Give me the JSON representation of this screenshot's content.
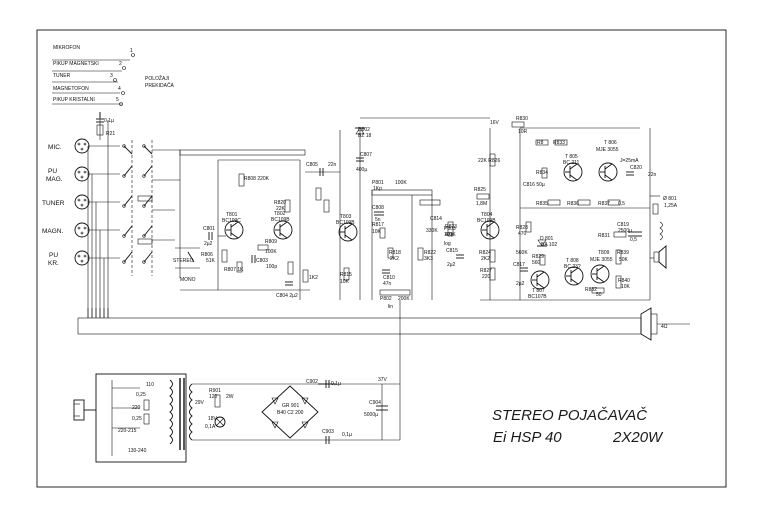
{
  "selector_legend": {
    "items": [
      "MIKROFON",
      "PIKUP MAGNETSKI",
      "TUNER",
      "MAGNETOFON",
      "PIKUP KRISTALNI"
    ],
    "positions": [
      "1",
      "2",
      "3",
      "4",
      "5"
    ],
    "caption_line1": "POLOŽAJI",
    "caption_line2": "PREKIDAČA"
  },
  "inputs": [
    {
      "line1": "MIC.",
      "line2": ""
    },
    {
      "line1": "PU",
      "line2": "MAG."
    },
    {
      "line1": "TUNER",
      "line2": ""
    },
    {
      "line1": "MAGN.",
      "line2": ""
    },
    {
      "line1": "PU",
      "line2": "KR."
    }
  ],
  "components": {
    "c821": "0,1µ",
    "r821": "R21",
    "c801": "C801",
    "c801_val": "2µ2",
    "t801": "T801",
    "t801_type": "BC109C",
    "r808": "R808 220K",
    "r806": "R806",
    "r806_val": "51K",
    "r807": "R807 1K",
    "t802": "T802",
    "t802_type": "BC109B",
    "r820": "R820",
    "r820_val": "22K",
    "r809": "R809",
    "r809_val": "100K",
    "c803": "C803",
    "c803_val": "100p",
    "c804": "C804 2µ2",
    "c805": "C805",
    "c805_val": "22n",
    "r812": "1K2",
    "t803": "T803",
    "t803_type": "BC109B",
    "r815": "R815",
    "r815_val": "10K",
    "d802": "D802",
    "d802_type": "BZ 18",
    "c807": "C807",
    "c807_val": "400µ",
    "p801": "P801",
    "p801_val": "1Kp",
    "r816": "100K",
    "c808": "C808",
    "c808_val": "5n",
    "r817": "R817",
    "r817_val": "10K",
    "r818": "R818",
    "r818_val": "2K2",
    "c810": "C810",
    "c810_val": "47n",
    "p802": "P802",
    "p802_val": "200K",
    "lin": "lin",
    "r822": "R822",
    "r822_val": "3K3",
    "r823": "R823",
    "r823_val": "47K",
    "c814": "C814",
    "c814_val": "330K",
    "p803": "P803",
    "p803_val": "100K",
    "log": "log",
    "c815": "C815",
    "c815_val": "2µ2",
    "v16": "16V",
    "r830": "R830",
    "r830_val": "10R",
    "r826": "22K R826",
    "r825": "R825",
    "r825_val": "1,8M",
    "t804": "T804",
    "t804_type": "BC109B",
    "r824": "R824",
    "r824_val": "2K2",
    "r827": "R827",
    "r827_val": "220",
    "r833": "R833",
    "r8xx": "R8",
    "t805": "T 805",
    "t805_type": "BC 211",
    "t806": "T 806",
    "t806_type": "MJE 3055",
    "current": "J=25mA",
    "c816": "C816 50µ",
    "r834": "R834",
    "r835": "R835",
    "r836": "R836",
    "r837": "R837",
    "r837_val": "0,5",
    "c820": "C820",
    "c820_val": "22n",
    "r828": "R828",
    "r828_val": "470",
    "c819": "C819",
    "c819_val": "2500µ",
    "r831": "R831",
    "r831_val": "0,5",
    "d801": "D 801",
    "d801_type": "BA 102",
    "c817": "C817",
    "c817_val": "2µ2",
    "t807": "T 807",
    "t807_type": "BC107B",
    "t808": "T 808",
    "t808_type": "BC 23?",
    "t809": "T809",
    "t809_type": "MJE 3055",
    "r829": "R829",
    "r829_val": "560",
    "r839": "R839",
    "r839_val": "50K",
    "r840": "R840",
    "r840_val": "10K",
    "r832": "R832",
    "r832_val": "50",
    "r560k": "560K",
    "fuse": "Ø 801",
    "fuse_val": "1,25A",
    "speaker": "4Ω",
    "stereo_sw": "STEREO",
    "mono_sw": "MONO"
  },
  "power_supply": {
    "taps": [
      "110",
      "0,25",
      "220",
      "0,25",
      "220-215",
      "130-240"
    ],
    "sec": "29V",
    "r901": "R901",
    "r901_val": "120",
    "r901_w": "2W",
    "lamp": "18V",
    "lamp_a": "0,1A",
    "bridge": "GR 901",
    "bridge_type": "B40 C2 200",
    "c902": "C902",
    "c902_val": "0,1µ",
    "c903": "C903",
    "c903_val": "0,1µ",
    "c904": "C904",
    "c904_val": "5000µ",
    "v37": "37V"
  },
  "title": {
    "line1": "STEREO POJAČAVAČ",
    "line2": "Ei HSP 40",
    "power": "2X20W"
  }
}
